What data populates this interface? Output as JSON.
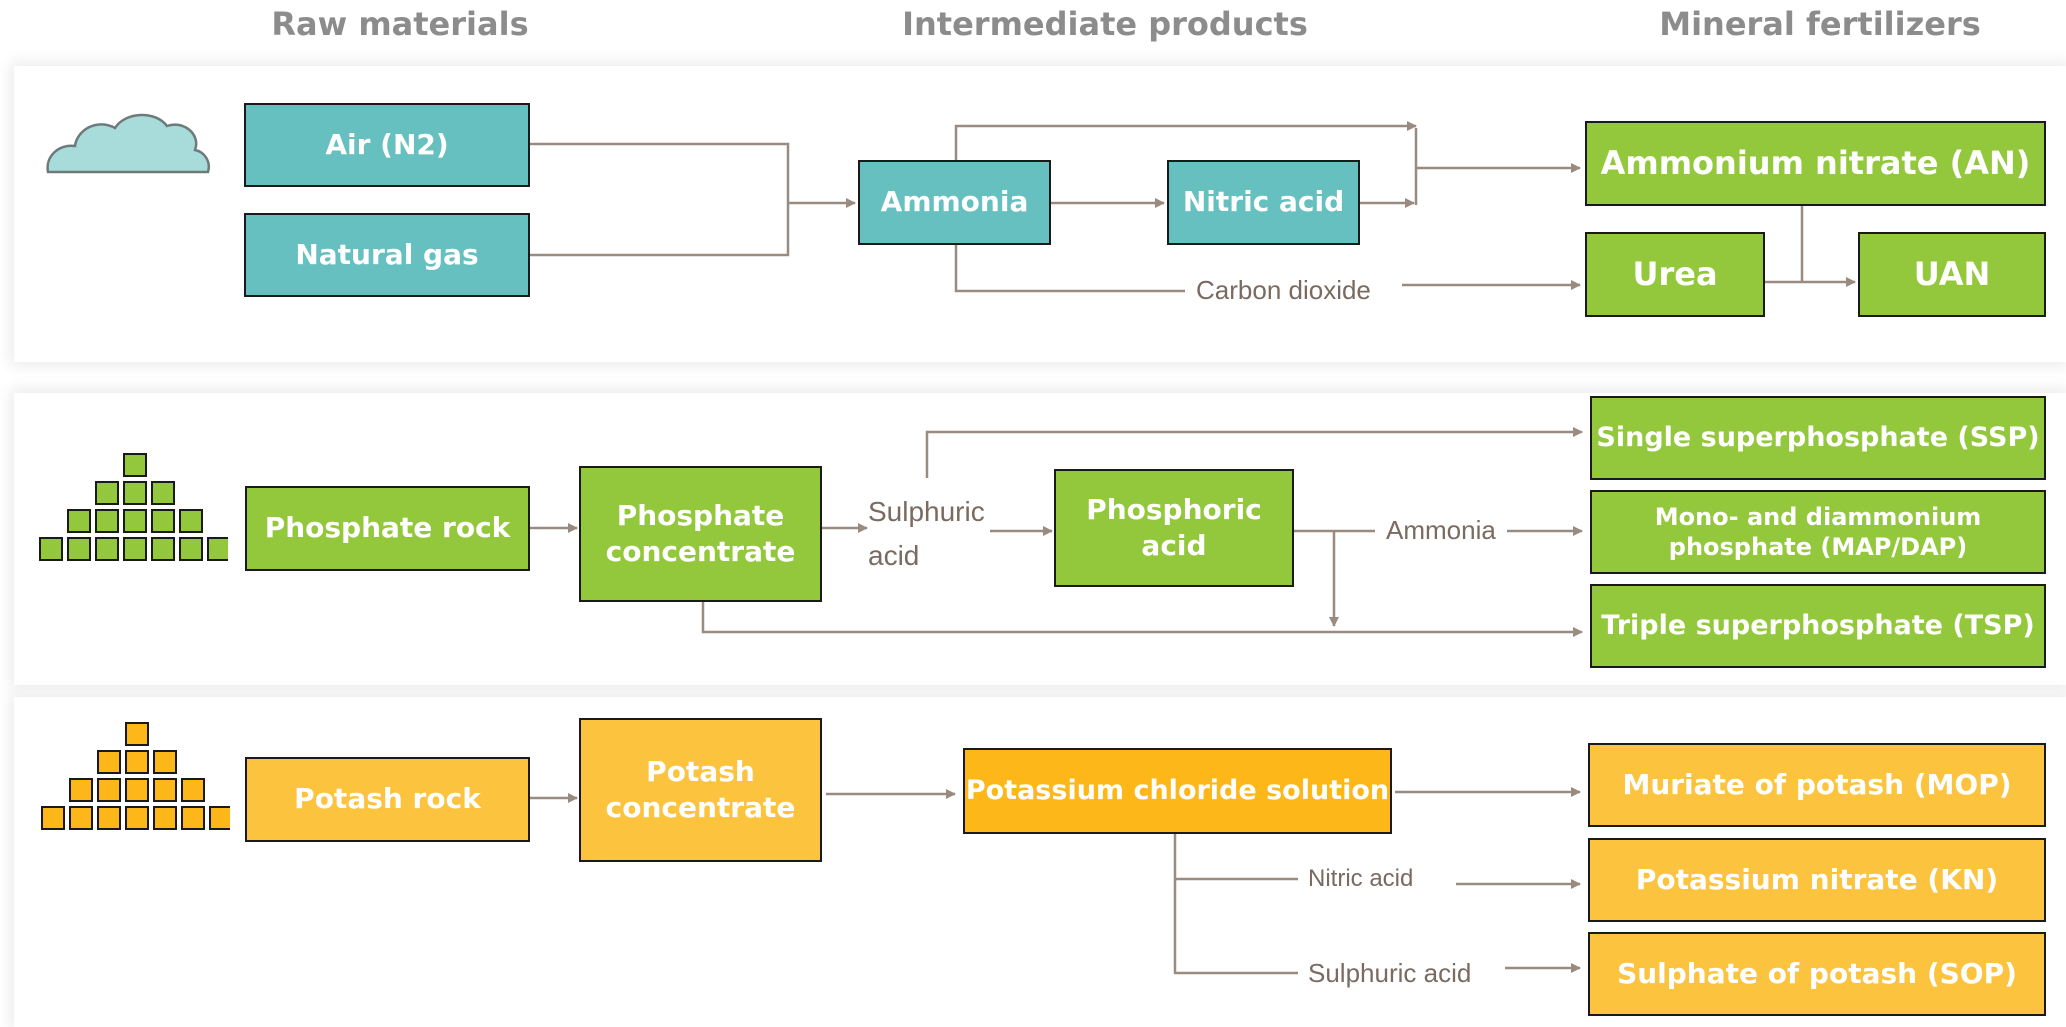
{
  "columns": {
    "raw": "Raw materials",
    "intermediate": "Intermediate products",
    "fertilizers": "Mineral fertilizers"
  },
  "nitrogen": {
    "icon": "cloud-icon",
    "air": "Air (N2)",
    "natural_gas": "Natural gas",
    "ammonia": "Ammonia",
    "nitric_acid": "Nitric acid",
    "carbon_dioxide": "Carbon dioxide",
    "ammonium_nitrate": "Ammonium nitrate (AN)",
    "urea": "Urea",
    "uan": "UAN",
    "color": "#65c0bf"
  },
  "phosphate": {
    "icon": "phosphate-pile-icon",
    "rock": "Phosphate rock",
    "concentrate": "Phosphate concentrate",
    "sulphuric_acid": "Sulphuric acid",
    "phosphoric_acid": "Phosphoric acid",
    "ammonia": "Ammonia",
    "ssp": "Single superphosphate (SSP)",
    "map_dap": "Mono- and diammonium phosphate (MAP/DAP)",
    "tsp": "Triple superphosphate (TSP)",
    "color": "#94c83c"
  },
  "potash": {
    "icon": "potash-pile-icon",
    "rock": "Potash rock",
    "concentrate": "Potash concentrate",
    "kcl_solution": "Potassium chloride solution",
    "nitric_acid": "Nitric acid",
    "sulphuric_acid": "Sulphuric acid",
    "mop": "Muriate of potash (MOP)",
    "kn": "Potassium nitrate (KN)",
    "sop": "Sulphate of potash (SOP)",
    "color": "#fcc43e",
    "accent": "#fdb718"
  },
  "arrow_color": "#9a8b80"
}
